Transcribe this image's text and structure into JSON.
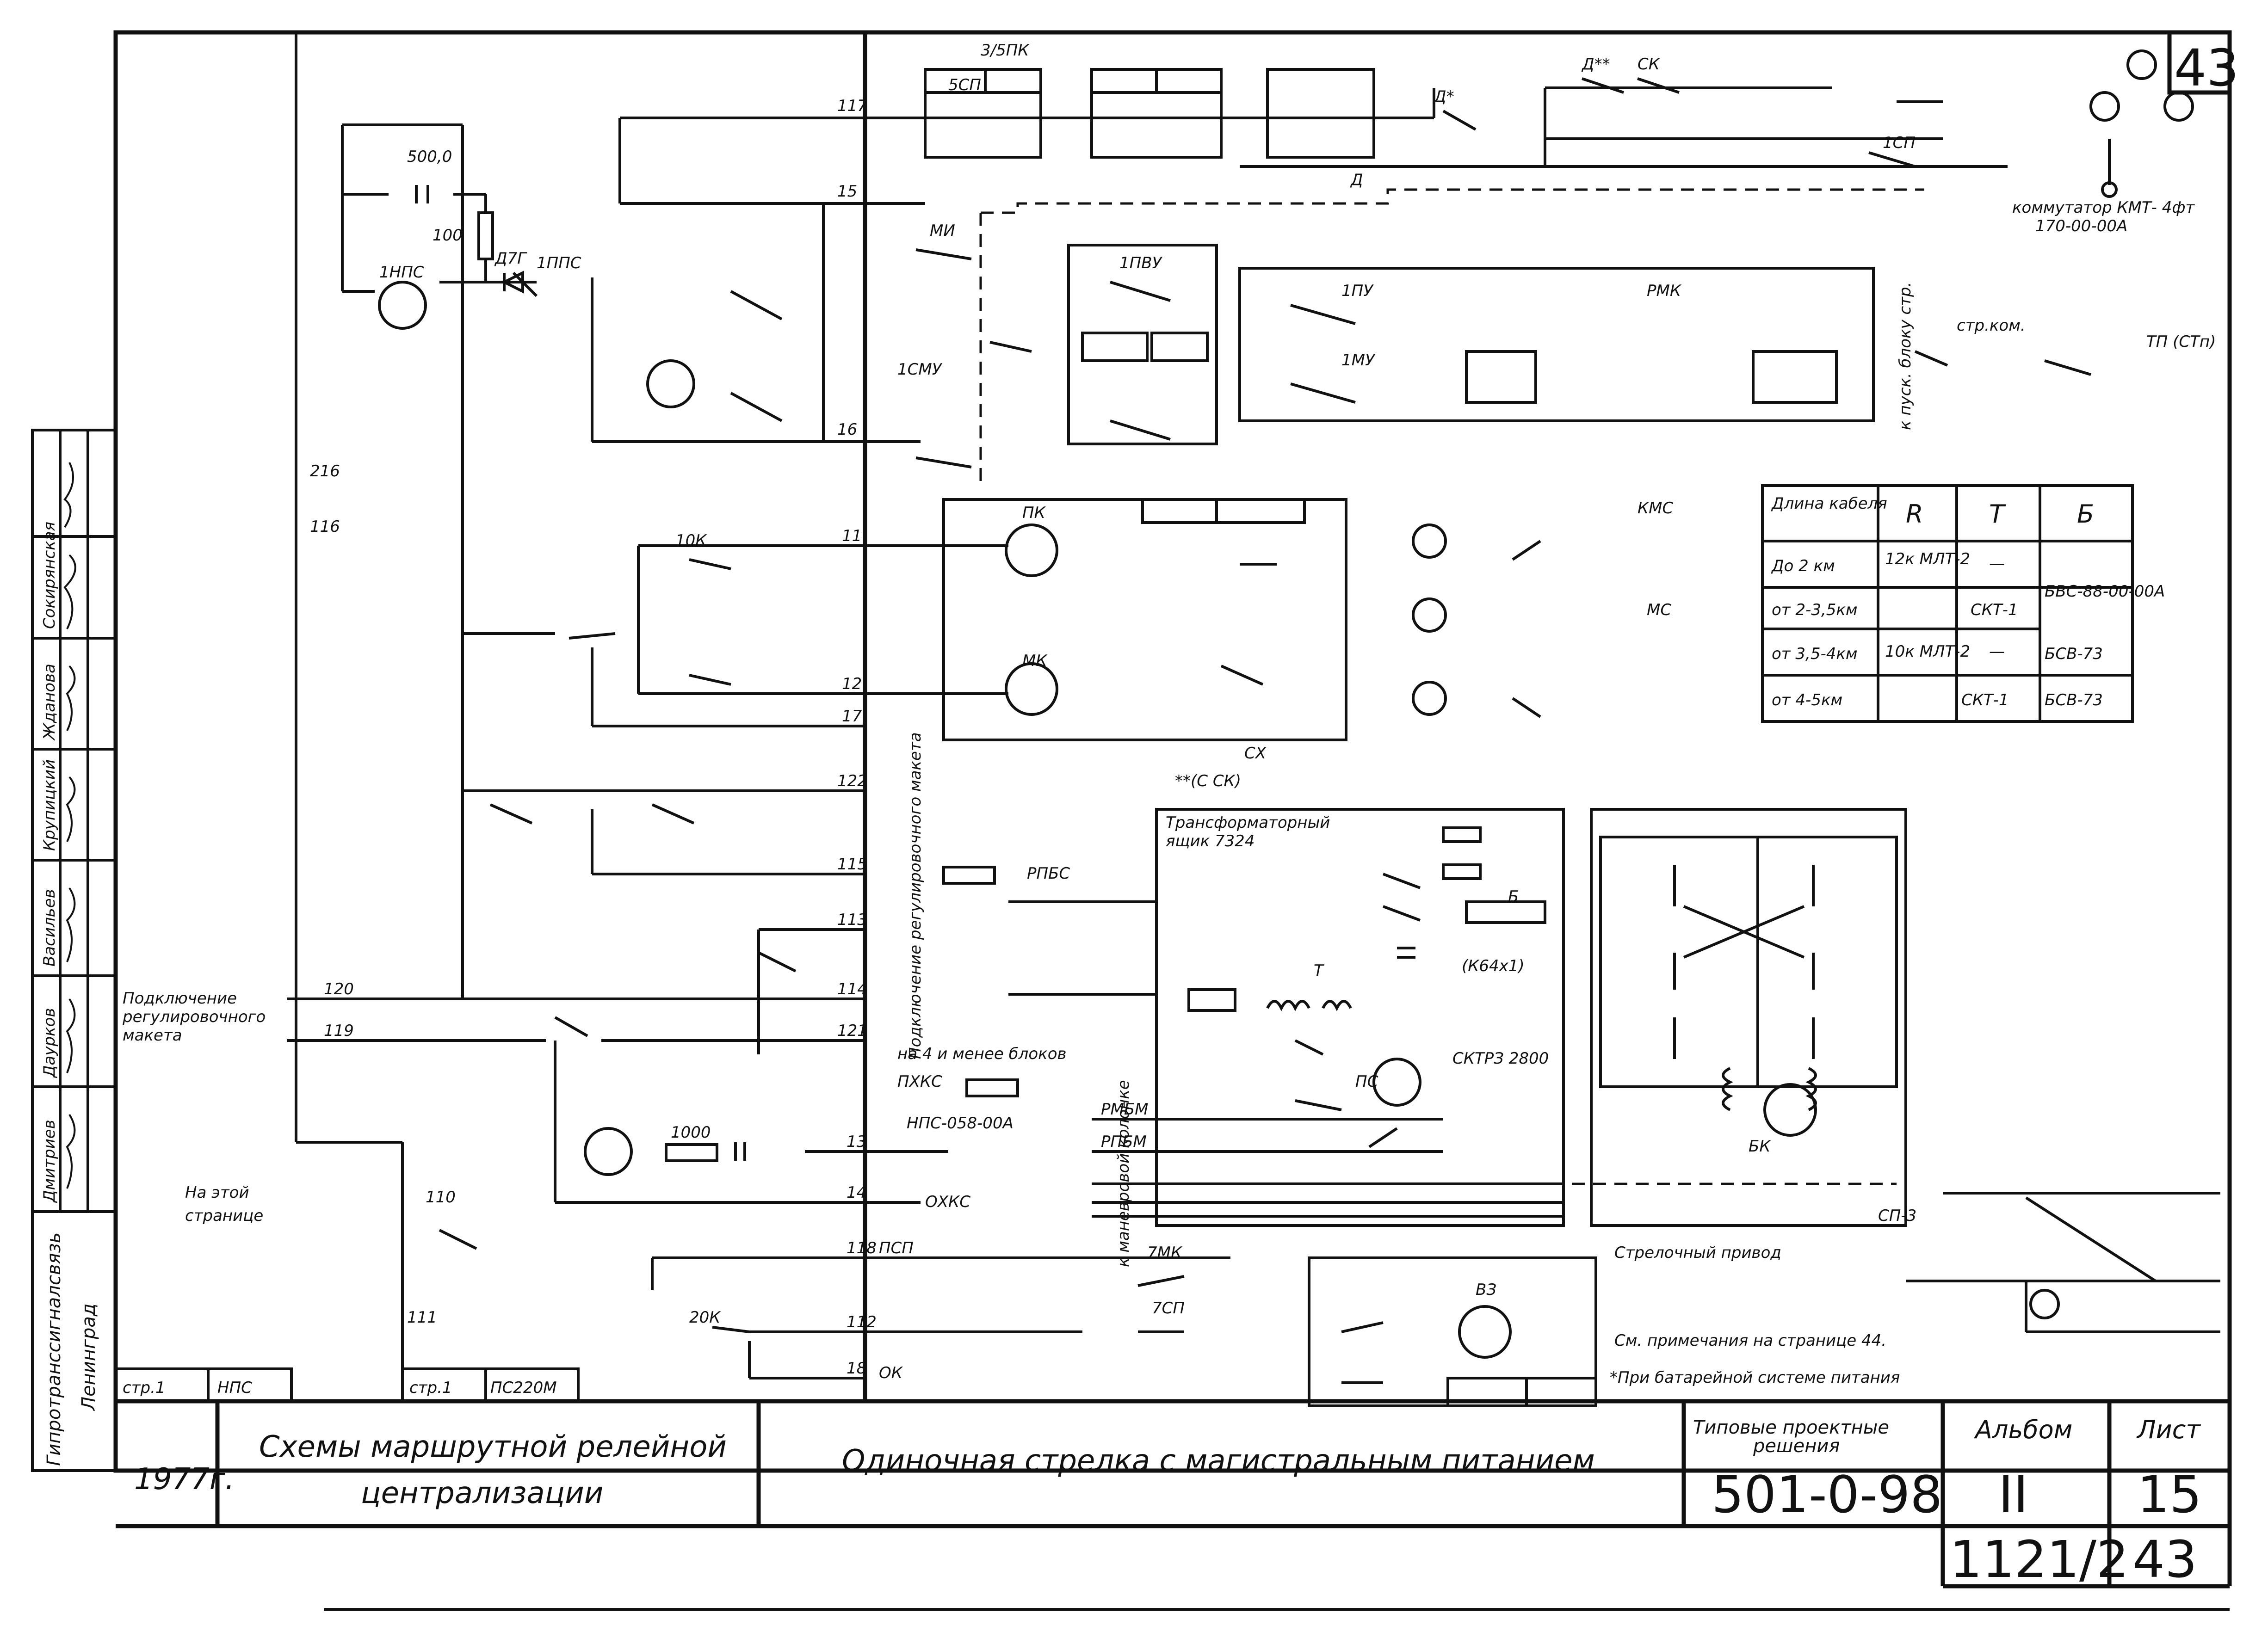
{
  "sheet": {
    "corner_page": "43",
    "year": "1977г.",
    "system_title_line1": "Схемы маршрутной релейной",
    "system_title_line2": "централизации",
    "drawing_title": "Одиночная стрелка с магистральным питанием",
    "typical_solutions_line1": "Типовые проектные",
    "typical_solutions_line2": "решения",
    "project_code": "501-0-98",
    "album_label": "Альбом",
    "album_value": "II",
    "sheet_label": "Лист",
    "sheet_value": "15",
    "archive_number": "1121/2",
    "page_number": "43",
    "organization_line1": "Гипротранссигналсвязь",
    "organization_line2": "Ленинград"
  },
  "signatures": {
    "names": [
      "Дмитриев",
      "Даурков",
      "Васильев",
      "Крупицкий",
      "Жданова",
      "Сокирянская"
    ]
  },
  "bottom_refs": [
    "стр.1",
    "НПС",
    "стр.1",
    "ПС220М"
  ],
  "labels": {
    "connect_regulating_model": "Подключение регулировочного макета",
    "on_this_page": "На этой странице",
    "connect_vertical": "Подключение регулировочного макета",
    "shunting_column": "к маневровой колонке",
    "blocks_note": "на 4 и менее блоков",
    "transformer_box": "Трансформаторный ящик 7324",
    "switch_drive": "Стрелочный привод",
    "see_notes": "См. примечания на странице 44.",
    "battery_note": "*При батарейной системе питания",
    "commutator": "коммутатор КМТ- 4фт",
    "commutator_code": "170-00-00А",
    "tp_label": "ТП (СТп)",
    "cx_label": "СХ",
    "cx_sub": "**(С СК)",
    "capacitor": "500,0",
    "resistor_100": "100",
    "diode": "Д7Г",
    "resistor_1000": "1000",
    "npc": "НПС-058-00А",
    "kmc": "КМС",
    "mc": "МС",
    "pxkc": "ПХКС",
    "oxkc": "ОХКС",
    "psp": "ПСП",
    "ok": "ОК",
    "rpbs": "РПБС",
    "rmbm": "РМБМ",
    "rpbm": "РПБМ",
    "k64": "(К64х1)",
    "sktpz": "СКТРЗ 2800",
    "kpusk": "к пуск. блоку стр.",
    "strkom": "стр.ком."
  },
  "wires": [
    "117",
    "15",
    "16",
    "11",
    "12",
    "17",
    "122",
    "115",
    "113",
    "114",
    "121",
    "120",
    "119",
    "13",
    "14",
    "118",
    "112",
    "18",
    "216",
    "116",
    "111",
    "110"
  ],
  "cable_table": {
    "headers": [
      "Длина кабеля",
      "R",
      "Т",
      "Б"
    ],
    "rows": [
      [
        "До 2 км",
        "12к МЛТ-2",
        "—",
        "БВС-88-00-00А"
      ],
      [
        "от 2-3,5км",
        "",
        "СКТ-1",
        ""
      ],
      [
        "от 3,5-4км",
        "10к МЛТ-2",
        "—",
        "БСВ-73"
      ],
      [
        "от 4-5км",
        "",
        "СКТ-1",
        "БСВ-73"
      ]
    ]
  },
  "relay_labels": [
    "1НПС",
    "1ППС",
    "МИ",
    "1СМУ",
    "1ПВУ",
    "1ПУ",
    "1МУ",
    "РМК",
    "ПК",
    "МК",
    "10К",
    "20К",
    "7МК",
    "7СП",
    "ВЗ",
    "Д",
    "Д*",
    "Д**",
    "СК",
    "1СП",
    "5СП",
    "3/5ПК",
    "ПС",
    "Т",
    "Б",
    "БК",
    "СП-3"
  ]
}
